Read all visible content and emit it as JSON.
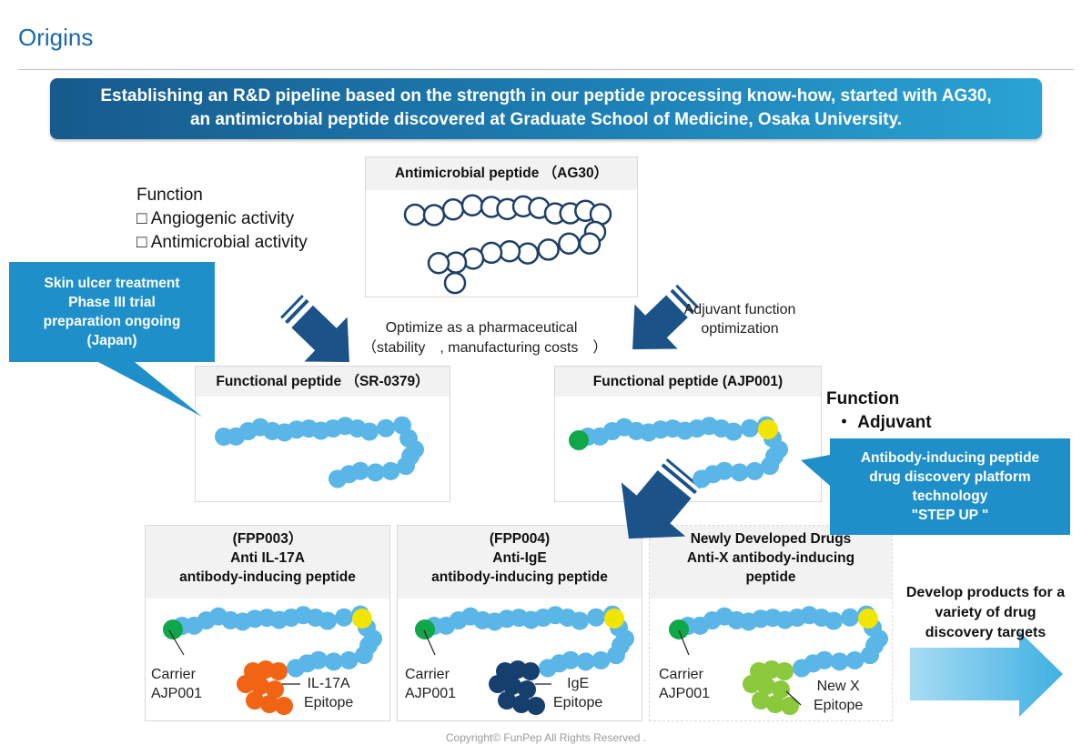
{
  "page": {
    "title": "Origins",
    "banner_line1": "Establishing an R&D pipeline based on the strength in our peptide processing know-how, started with AG30,",
    "banner_line2": "an antimicrobial peptide discovered at Graduate School of Medicine, Osaka University.",
    "copyright": "Copyright©  FunPep All Rights Reserved  ."
  },
  "ag30": {
    "title": "Antimicrobial peptide （AG30）",
    "function_heading": "Function",
    "function_items": [
      "□  Angiogenic activity",
      "□  Antimicrobial activity"
    ]
  },
  "skin_ulcer": {
    "lines": [
      "Skin ulcer treatment",
      "Phase III trial",
      "preparation ongoing",
      "(Japan)"
    ]
  },
  "optimize": {
    "line1": "Optimize as a pharmaceutical",
    "line2": "（stability　, manufacturing costs　）"
  },
  "adjuvant_opt": {
    "line1": "Adjuvant function",
    "line2": "optimization"
  },
  "sr0379": {
    "title": "Functional peptide （SR-0379）"
  },
  "ajp001": {
    "title": "Functional peptide (AJP001)",
    "function_heading": "Function",
    "function_item": "・ Adjuvant"
  },
  "stepup": {
    "lines": [
      "Antibody-inducing peptide",
      "drug discovery platform",
      "technology",
      "\"STEP UP \""
    ]
  },
  "products": [
    {
      "line1": "(FPP003）",
      "line2": "Anti IL-17A",
      "line3": "antibody-inducing peptide",
      "carrier1": "Carrier",
      "carrier2": "AJP001",
      "epitope1": "IL-17A",
      "epitope2": "Epitope"
    },
    {
      "line1": "(FPP004)",
      "line2": "Anti-IgE",
      "line3": "antibody-inducing peptide",
      "carrier1": "Carrier",
      "carrier2": "AJP001",
      "epitope1": "IgE",
      "epitope2": "Epitope"
    },
    {
      "line1": "Newly Developed Drugs",
      "line2": "Anti-X antibody-inducing",
      "line3": "peptide",
      "carrier1": "Carrier",
      "carrier2": "AJP001",
      "epitope1": "New X",
      "epitope2": "Epitope"
    }
  ],
  "develop": {
    "lines": [
      "Develop products for a",
      "variety of drug",
      "discovery targets"
    ]
  },
  "colors": {
    "bead_light": "#5ab6e6",
    "bead_outline": "#1d3f66",
    "carrier_green": "#10a64a",
    "adjuvant_yellow": "#f2e600",
    "epitope_orange": "#f06414",
    "epitope_navy": "#173f6e",
    "epitope_lime": "#8ac83c",
    "arrow_dark": "#1b5288",
    "callout_blue": "#1e8fc9"
  }
}
